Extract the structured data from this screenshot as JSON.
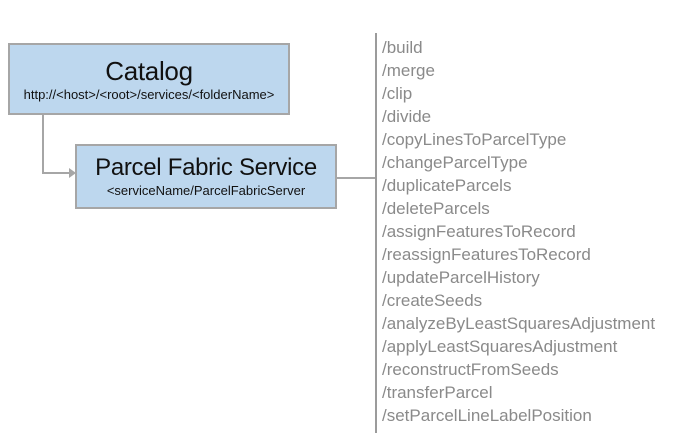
{
  "catalog_node": {
    "title": "Catalog",
    "subtitle": "http://<host>/<root>/services/<folderName>"
  },
  "service_node": {
    "title": "Parcel Fabric Service",
    "subtitle": "<serviceName/ParcelFabricServer"
  },
  "endpoints": [
    "/build",
    "/merge",
    "/clip",
    "/divide",
    "/copyLinesToParcelType",
    "/changeParcelType",
    "/duplicateParcels",
    "/deleteParcels",
    "/assignFeaturesToRecord",
    "/reassignFeaturesToRecord",
    "/updateParcelHistory",
    "/createSeeds",
    "/analyzeByLeastSquaresAdjustment",
    "/applyLeastSquaresAdjustment",
    "/reconstructFromSeeds",
    "/transferParcel",
    "/setParcelLineLabelPosition"
  ],
  "colors": {
    "node_fill": "#bdd7ee",
    "node_border": "#a6a6a6",
    "connector": "#a6a6a6",
    "separator": "#9b9b9b",
    "endpoint_text": "#8a8a8a",
    "title_text": "#111111"
  }
}
